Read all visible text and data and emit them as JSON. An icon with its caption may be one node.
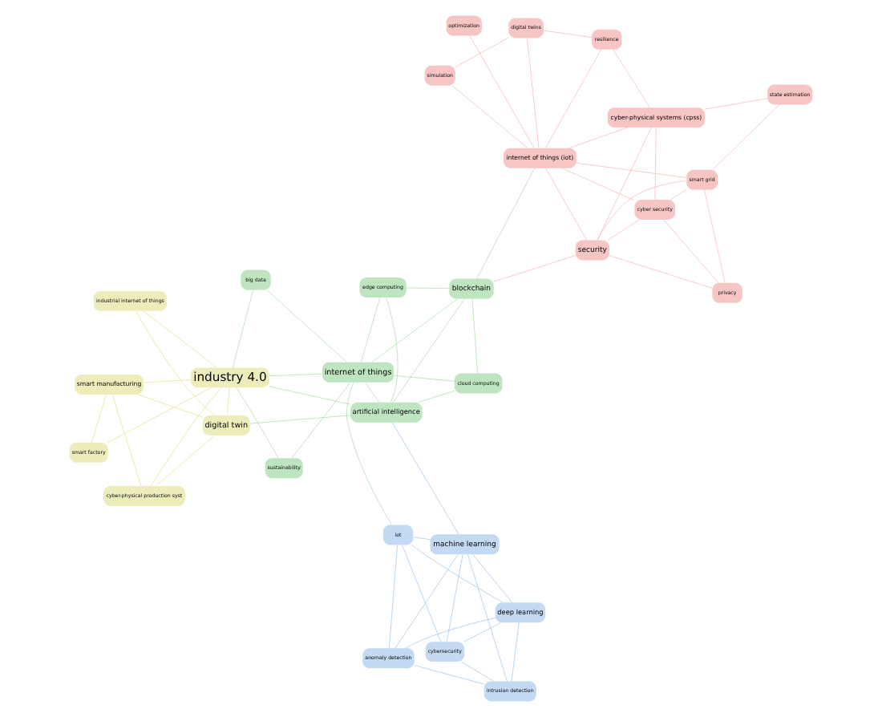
{
  "diagram": {
    "nodes": [
      {
        "text": [
          "intrusion detection"
        ]
      },
      {
        "text": [
          "deep learning"
        ]
      },
      {
        "text": [
          "anomaly detection"
        ]
      },
      {
        "text": [
          "edge computing"
        ]
      },
      {
        "text": [
          "machine learning"
        ]
      },
      {
        "text": [
          "industrial internet of things"
        ]
      },
      {
        "text": [
          "artificial intelligence"
        ]
      },
      {
        "text": [
          "cybersecurity"
        ]
      },
      {
        "text": [
          "security"
        ]
      },
      {
        "text": [
          "digital twin"
        ]
      },
      {
        "text": [
          "privacy"
        ]
      },
      {
        "text": [
          "iot"
        ]
      },
      {
        "text": [
          "cloud computing"
        ]
      },
      {
        "text": [
          "blockchain"
        ]
      },
      {
        "text": [
          "smart grid"
        ]
      },
      {
        "text": [
          "state estimation"
        ]
      },
      {
        "text": [
          "industry 4.0"
        ]
      },
      {
        "text": [
          "internet of things"
        ]
      },
      {
        "text": [
          "cyber security"
        ]
      },
      {
        "text": [
          "internet of things (iot)"
        ]
      },
      {
        "text": [
          "smart factory"
        ]
      },
      {
        "text": [
          "cyber-physical production syst"
        ]
      },
      {
        "text": [
          "simulation"
        ]
      },
      {
        "text": [
          "optimization"
        ]
      },
      {
        "text": [
          "big data"
        ]
      },
      {
        "text": [
          "cyber-physical systems (cpss)"
        ]
      },
      {
        "text": [
          "resilience"
        ]
      },
      {
        "text": [
          "smart manufacturing"
        ]
      },
      {
        "text": [
          "digital twins"
        ]
      },
      {
        "text": [
          "sustainability"
        ]
      }
    ],
    "edges": [
      {
        "from": 0,
        "to": 1,
        "arrow": "none",
        "color": "#7fb2e5"
      },
      {
        "from": 0,
        "to": 4,
        "arrow": "none",
        "color": "#7fb2e5"
      },
      {
        "from": 0,
        "to": 2,
        "arrow": "none",
        "color": "#7fb2e5"
      },
      {
        "from": 0,
        "to": 7,
        "arrow": "none",
        "color": "#7fb2e5"
      },
      {
        "from": 1,
        "to": 4,
        "arrow": "none",
        "color": "#7fb2e5"
      },
      {
        "from": 1,
        "to": 2,
        "arrow": "none",
        "color": "#7fb2e5"
      },
      {
        "from": 1,
        "to": 7,
        "arrow": "none",
        "color": "#7fb2e5"
      },
      {
        "from": 1,
        "to": 11,
        "arrow": "none",
        "color": "#7fb2e5"
      },
      {
        "from": 2,
        "to": 4,
        "arrow": "none",
        "color": "#7fb2e5"
      },
      {
        "from": 2,
        "to": 11,
        "arrow": "none",
        "color": "#7fb2e5"
      },
      {
        "from": 4,
        "to": 7,
        "arrow": "none",
        "color": "#7fb2e5"
      },
      {
        "from": 4,
        "to": 11,
        "arrow": "none",
        "color": "#7fb2e5"
      },
      {
        "from": 4,
        "to": 6,
        "arrow": "none",
        "color": "#7fb2e5"
      },
      {
        "from": 7,
        "to": 11,
        "arrow": "none",
        "color": "#7fb2e5"
      },
      {
        "from": 6,
        "to": 9,
        "arrow": "none",
        "color": "#8fd18f"
      },
      {
        "from": 6,
        "to": 16,
        "arrow": "none",
        "color": "#8fd18f"
      },
      {
        "from": 6,
        "to": 17,
        "arrow": "none",
        "color": "#8fd18f"
      },
      {
        "from": 6,
        "to": 13,
        "arrow": "none",
        "color": "#8fd18f"
      },
      {
        "from": 6,
        "to": 3,
        "arrow": "none",
        "color": "#8fd18f"
      },
      {
        "from": 12,
        "to": 6,
        "arrow": "none",
        "color": "#8fd18f"
      },
      {
        "from": 3,
        "to": 17,
        "arrow": "none",
        "color": "#8fd18f"
      },
      {
        "from": 3,
        "to": 13,
        "arrow": "none",
        "color": "#8fd18f"
      },
      {
        "from": 12,
        "to": 17,
        "arrow": "none",
        "color": "#8fd18f"
      },
      {
        "from": 12,
        "to": 13,
        "arrow": "none",
        "color": "#8fd18f"
      },
      {
        "from": 13,
        "to": 17,
        "arrow": "none",
        "color": "#8fd18f"
      },
      {
        "from": 13,
        "to": 19,
        "arrow": "none",
        "color": "#8fd18f"
      },
      {
        "from": 17,
        "to": 16,
        "arrow": "none",
        "color": "#8fd18f"
      },
      {
        "from": 17,
        "to": 24,
        "arrow": "none",
        "color": "#8fd18f"
      },
      {
        "from": 17,
        "to": 11,
        "arrow": "none",
        "color": "#8fd18f"
      },
      {
        "from": 24,
        "to": 16,
        "arrow": "none",
        "color": "#8fd18f"
      },
      {
        "from": 29,
        "to": 17,
        "arrow": "none",
        "color": "#8fd18f"
      },
      {
        "from": 29,
        "to": 16,
        "arrow": "none",
        "color": "#8fd18f"
      },
      {
        "from": 5,
        "to": 9,
        "arrow": "none",
        "color": "#d9d96a"
      },
      {
        "from": 5,
        "to": 16,
        "arrow": "none",
        "color": "#d9d96a"
      },
      {
        "from": 9,
        "to": 16,
        "arrow": "none",
        "color": "#d9d96a"
      },
      {
        "from": 16,
        "to": 20,
        "arrow": "none",
        "color": "#d9d96a"
      },
      {
        "from": 16,
        "to": 21,
        "arrow": "none",
        "color": "#d9d96a"
      },
      {
        "from": 16,
        "to": 27,
        "arrow": "none",
        "color": "#d9d96a"
      },
      {
        "from": 21,
        "to": 27,
        "arrow": "none",
        "color": "#d9d96a"
      },
      {
        "from": 20,
        "to": 27,
        "arrow": "none",
        "color": "#d9d96a"
      },
      {
        "from": 9,
        "to": 27,
        "arrow": "none",
        "color": "#d9d96a"
      },
      {
        "from": 9,
        "to": 21,
        "arrow": "none",
        "color": "#d9d96a"
      },
      {
        "from": 8,
        "to": 10,
        "arrow": "none",
        "color": "#f2a09c"
      },
      {
        "from": 8,
        "to": 14,
        "arrow": "none",
        "color": "#f2a09c"
      },
      {
        "from": 8,
        "to": 18,
        "arrow": "none",
        "color": "#f2a09c"
      },
      {
        "from": 8,
        "to": 19,
        "arrow": "none",
        "color": "#f2a09c"
      },
      {
        "from": 8,
        "to": 25,
        "arrow": "none",
        "color": "#f2a09c"
      },
      {
        "from": 8,
        "to": 13,
        "arrow": "none",
        "color": "#f2a09c"
      },
      {
        "from": 10,
        "to": 14,
        "arrow": "none",
        "color": "#f2a09c"
      },
      {
        "from": 10,
        "to": 18,
        "arrow": "none",
        "color": "#f2a09c"
      },
      {
        "from": 14,
        "to": 18,
        "arrow": "none",
        "color": "#f2a09c"
      },
      {
        "from": 14,
        "to": 15,
        "arrow": "none",
        "color": "#f2a09c"
      },
      {
        "from": 14,
        "to": 19,
        "arrow": "none",
        "color": "#f2a09c"
      },
      {
        "from": 18,
        "to": 25,
        "arrow": "none",
        "color": "#f2a09c"
      },
      {
        "from": 18,
        "to": 19,
        "arrow": "none",
        "color": "#f2a09c"
      },
      {
        "from": 15,
        "to": 25,
        "arrow": "none",
        "color": "#f2a09c"
      },
      {
        "from": 19,
        "to": 25,
        "arrow": "none",
        "color": "#f2a09c"
      },
      {
        "from": 19,
        "to": 22,
        "arrow": "none",
        "color": "#f2a09c"
      },
      {
        "from": 19,
        "to": 28,
        "arrow": "none",
        "color": "#f2a09c"
      },
      {
        "from": 19,
        "to": 23,
        "arrow": "none",
        "color": "#f2a09c"
      },
      {
        "from": 19,
        "to": 26,
        "arrow": "none",
        "color": "#f2a09c"
      },
      {
        "from": 22,
        "to": 28,
        "arrow": "none",
        "color": "#f2a09c"
      },
      {
        "from": 25,
        "to": 26,
        "arrow": "none",
        "color": "#f2a09c"
      },
      {
        "from": 26,
        "to": 28,
        "arrow": "none",
        "color": "#f2a09c"
      }
    ]
  }
}
